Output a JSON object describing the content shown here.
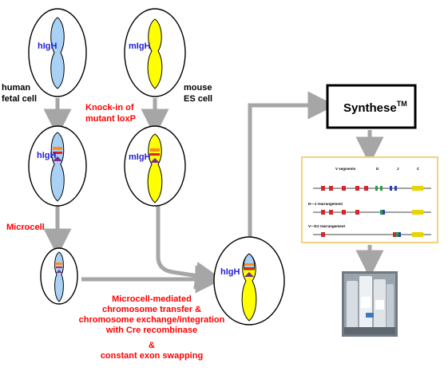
{
  "labels": {
    "hIgH_top": "hIgH",
    "mIgH_top": "mIgH",
    "hIgH_mid": "hIgH",
    "mIgH_mid": "mIgH",
    "hIgH_final": "hIgH",
    "human_line1": "human",
    "human_line2": "fetal cell",
    "mouse_line1": "mouse",
    "mouse_line2": "ES cell",
    "knockin_line1": "Knock-in of",
    "knockin_line2": "mutant loxP",
    "microcell": "Microcell",
    "transfer_line1": "Microcell-mediated",
    "transfer_line2": "chromosome  transfer &",
    "transfer_line3": "chromosome exchange/integration",
    "transfer_line4": "with Cre recombinase",
    "ampersand": "&",
    "transfer_line5": "constant exon swapping",
    "synthese": "Synthese",
    "synthese_tm": "TM",
    "panel_v": "V segments",
    "panel_d": "D",
    "panel_j": "J",
    "panel_c": "C",
    "panel_row1": "D—J rearrangement",
    "panel_row2": "V—DJ rearrangement"
  },
  "colors": {
    "human_chromosome": "#a9d1f5",
    "mouse_chromosome": "#ffff00",
    "label_red": "#ff0000",
    "label_blue": "#1f1fd6",
    "arrow_gray": "#a6a6a6",
    "panel_border": "#f2d27a"
  }
}
